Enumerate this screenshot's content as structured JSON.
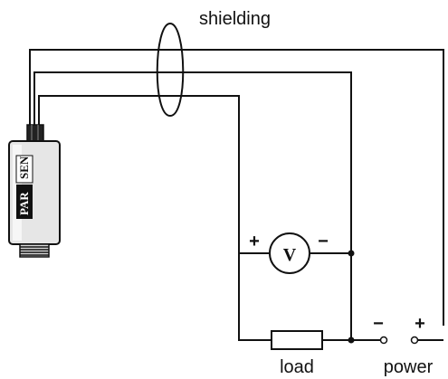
{
  "labels": {
    "shielding": "shielding",
    "load": "load",
    "power": "power",
    "meter_symbol": "V",
    "meter_plus": "+",
    "meter_minus": "−",
    "power_minus": "−",
    "power_plus": "+",
    "sensor_sen": "SEN",
    "sensor_par": "PAR"
  },
  "colors": {
    "wire": "#111111",
    "sensor_body": "#e6e6e6",
    "sensor_label_bg": "#111111",
    "sensor_label_text": "#ffffff"
  }
}
